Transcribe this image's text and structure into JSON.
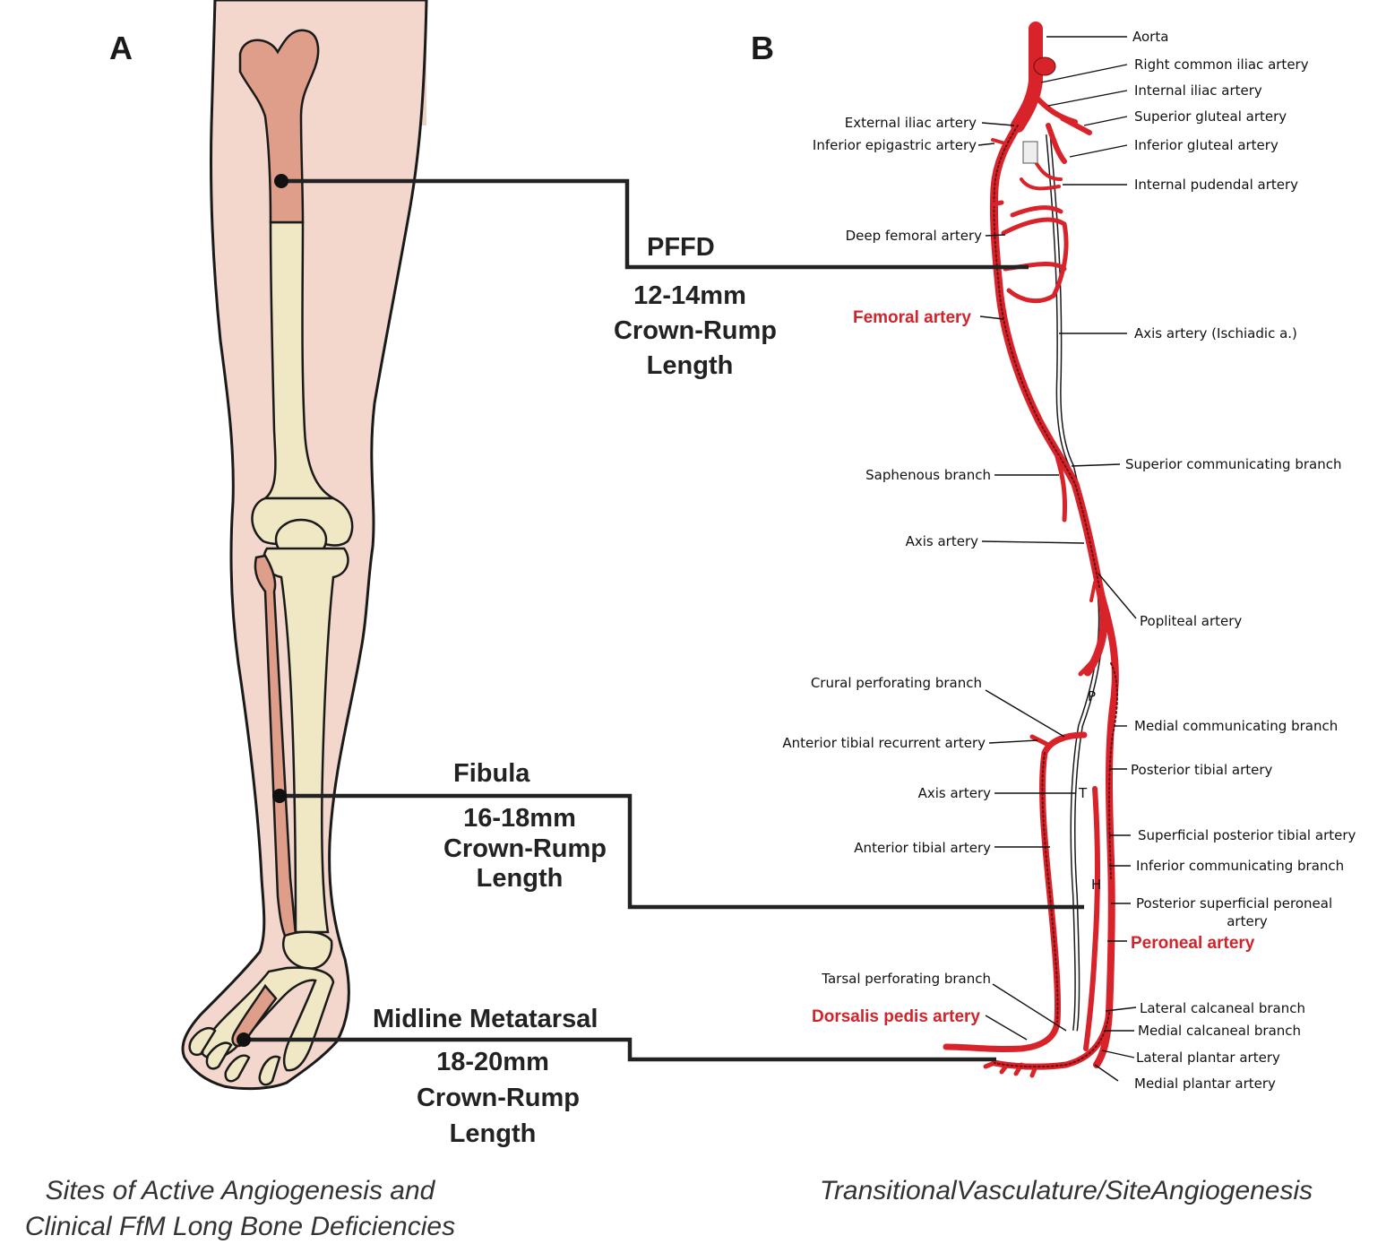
{
  "panels": {
    "a": "A",
    "b": "B"
  },
  "stages": {
    "pffd": {
      "name": "PFFD",
      "size": "12-14mm",
      "line2": "Crown-Rump",
      "line3": "Length"
    },
    "fibula": {
      "name": "Fibula",
      "size": "16-18mm",
      "line2": "Crown-Rump",
      "line3": "Length"
    },
    "metatarsal": {
      "name": "Midline Metatarsal",
      "size": "18-20mm",
      "line2": "Crown-Rump",
      "line3": "Length"
    }
  },
  "labels_left": {
    "external_iliac": "External iliac artery",
    "inferior_epigastric": "Inferior epigastric artery",
    "deep_femoral": "Deep femoral artery",
    "femoral": "Femoral artery",
    "saphenous": "Saphenous branch",
    "axis_upper": "Axis artery",
    "crural_perforating": "Crural perforating branch",
    "anterior_tibial_recurrent": "Anterior tibial recurrent artery",
    "axis_lower": "Axis artery",
    "anterior_tibial": "Anterior tibial artery",
    "tarsal_perforating": "Tarsal perforating branch",
    "dorsalis_pedis": "Dorsalis pedis artery"
  },
  "labels_right": {
    "aorta": "Aorta",
    "right_common_iliac": "Right common iliac artery",
    "internal_iliac": "Internal iliac artery",
    "superior_gluteal": "Superior gluteal artery",
    "inferior_gluteal": "Inferior gluteal artery",
    "internal_pudendal": "Internal pudendal artery",
    "axis_ischiadic": "Axis artery (Ischiadic a.)",
    "superior_communicating": "Superior communicating branch",
    "popliteal": "Popliteal artery",
    "medial_communicating": "Medial communicating branch",
    "posterior_tibial": "Posterior tibial artery",
    "superficial_posterior_tibial": "Superficial posterior tibial artery",
    "inferior_communicating": "Inferior communicating branch",
    "posterior_superficial_peroneal_1": "Posterior superficial peroneal",
    "posterior_superficial_peroneal_2": "artery",
    "peroneal": "Peroneal artery",
    "lateral_calcaneal": "Lateral calcaneal branch",
    "medial_calcaneal": "Medial calcaneal branch",
    "lateral_plantar": "Lateral plantar artery",
    "medial_plantar": "Medial plantar artery"
  },
  "vessel_letters": {
    "p": "P",
    "t": "T",
    "h": "H"
  },
  "captions": {
    "left_line1": "Sites of Active Angiogenesis and",
    "left_line2": "Clinical FfM Long Bone Deficiencies",
    "right": "TransitionalVasculature/SiteAngiogenesis"
  },
  "colors": {
    "artery_red": "#d9232b",
    "red_label": "#d2232a",
    "skin": "#f3d6cc",
    "bone": "#f0e7c4",
    "bone_highlight": "#df9e89"
  }
}
